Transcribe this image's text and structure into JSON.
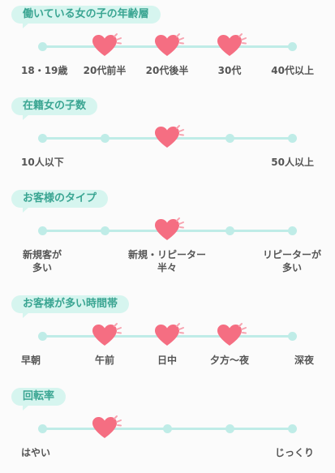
{
  "sections": [
    {
      "title": "働いている女の子の年齢層",
      "stops": 5,
      "selected": [
        1,
        2,
        3
      ],
      "labels": [
        {
          "text": "18・19歳",
          "pos": 0
        },
        {
          "text": "20代前半",
          "pos": 1
        },
        {
          "text": "20代後半",
          "pos": 2
        },
        {
          "text": "30代",
          "pos": 3
        },
        {
          "text": "40代以上",
          "pos": 4
        }
      ]
    },
    {
      "title": "在籍女の子数",
      "stops": 5,
      "selected": [
        2
      ],
      "labels": [
        {
          "text": "10人以下",
          "pos": 0
        },
        {
          "text": "50人以上",
          "pos": 4
        }
      ]
    },
    {
      "title": "お客様のタイプ",
      "stops": 5,
      "selected": [
        2
      ],
      "labels": [
        {
          "text": "新規客が\n多い",
          "pos": 0
        },
        {
          "text": "新規・リピーター\n半々",
          "pos": 2
        },
        {
          "text": "リピーターが\n多い",
          "pos": 4
        }
      ]
    },
    {
      "title": "お客様が多い時間帯",
      "stops": 5,
      "selected": [
        1,
        2,
        3
      ],
      "labels": [
        {
          "text": "早朝",
          "pos": 0
        },
        {
          "text": "午前",
          "pos": 1
        },
        {
          "text": "日中",
          "pos": 2
        },
        {
          "text": "夕方〜夜",
          "pos": 3
        },
        {
          "text": "深夜",
          "pos": 4
        }
      ]
    },
    {
      "title": "回転率",
      "stops": 5,
      "selected": [
        1
      ],
      "labels": [
        {
          "text": "はやい",
          "pos": 0
        },
        {
          "text": "じっくり",
          "pos": 4
        }
      ]
    }
  ],
  "colors": {
    "heart": "#f56e82",
    "sparkle": "#f7a3b0",
    "track": "#bfece7",
    "bubble_bg": "#d6f5ef",
    "bubble_text": "#3aa592",
    "label_text": "#555555"
  },
  "icons": {
    "selected_marker": "heart-icon"
  }
}
